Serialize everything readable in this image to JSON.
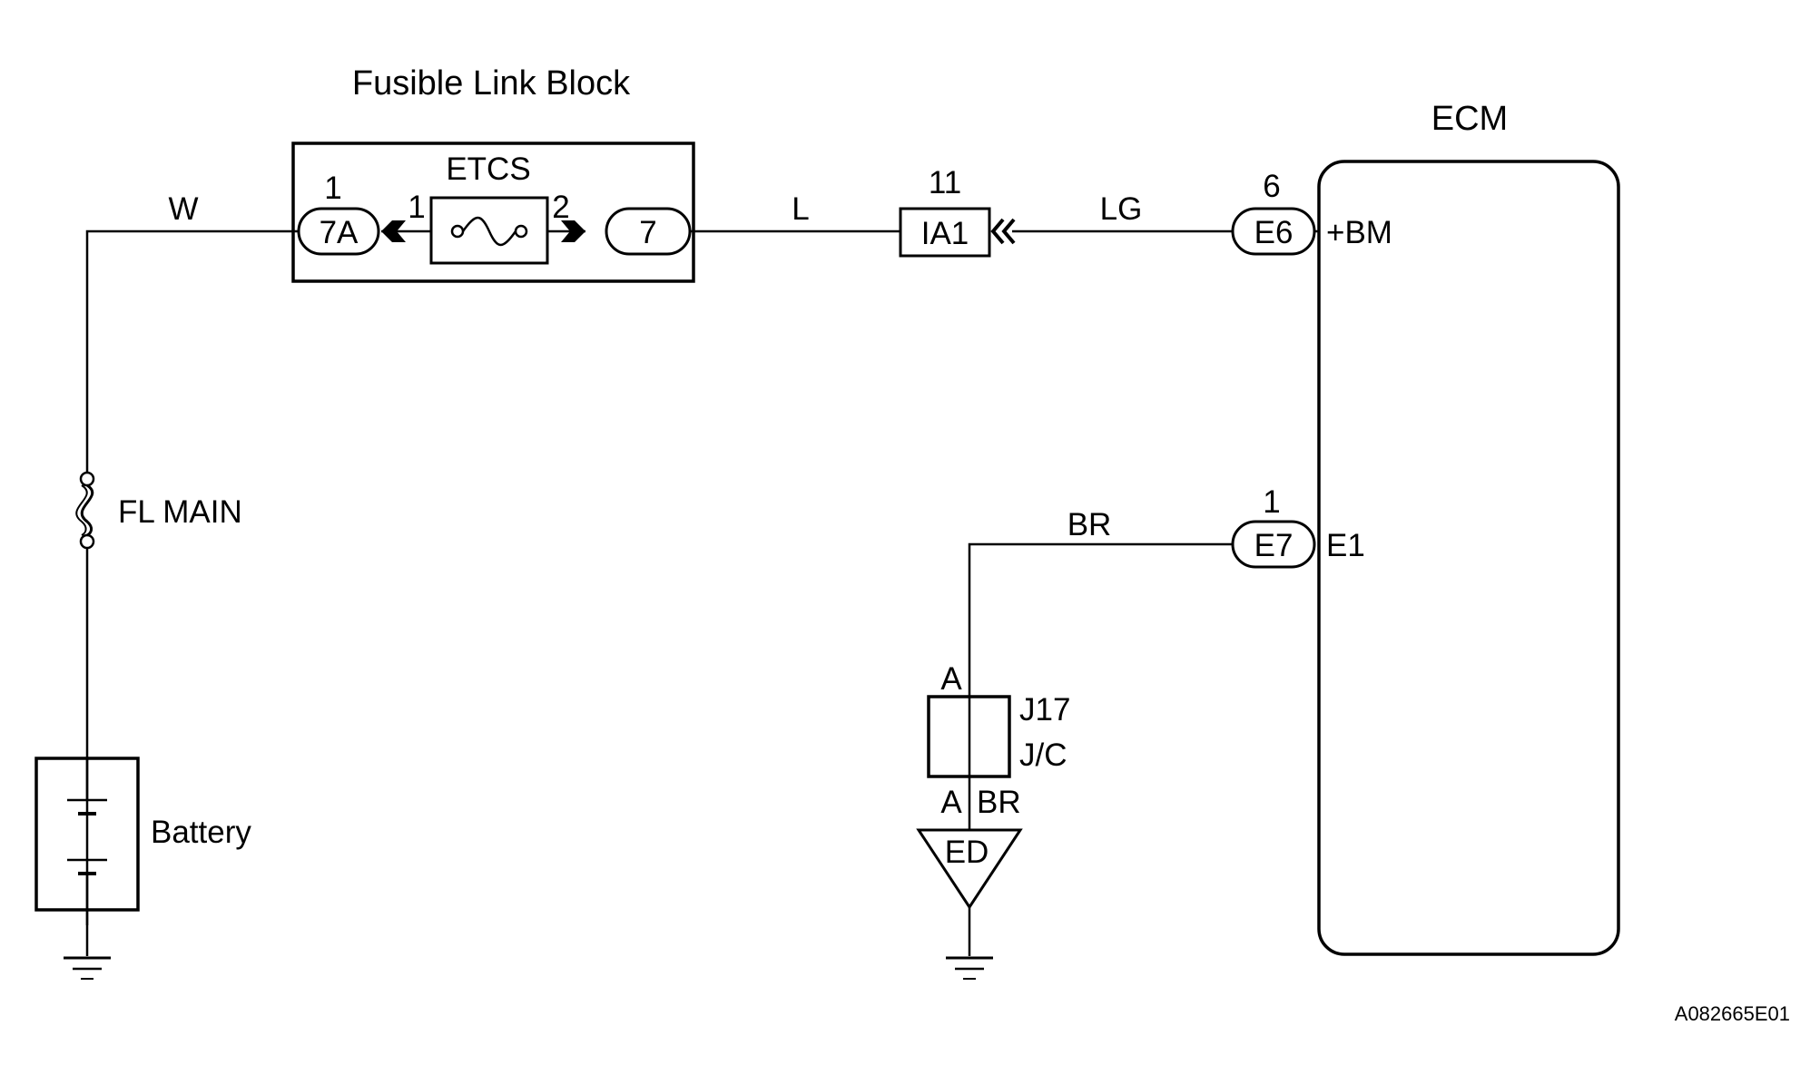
{
  "components": {
    "fusible_link_block": "Fusible Link Block",
    "etcs": "ETCS",
    "ecm": "ECM",
    "fl_main": "FL MAIN",
    "battery": "Battery",
    "junction": "J17",
    "junction_type": "J/C",
    "ground_point": "ED"
  },
  "wires": {
    "w": "W",
    "l": "L",
    "lg": "LG",
    "br_top": "BR",
    "br_bottom": "BR"
  },
  "connectors": {
    "c7a": {
      "code": "7A",
      "pin": "1"
    },
    "c7": {
      "code": "7"
    },
    "ia1": {
      "code": "IA1",
      "pin": "11"
    },
    "e6": {
      "code": "E6",
      "pin": "6"
    },
    "e7": {
      "code": "E7",
      "pin": "1"
    }
  },
  "fuse_pins": {
    "left": "1",
    "right": "2"
  },
  "ecm_terminals": {
    "bm": "+BM",
    "e1": "E1"
  },
  "junction_pins": {
    "top": "A",
    "bottom": "A"
  },
  "figure_code": "A082665E01"
}
